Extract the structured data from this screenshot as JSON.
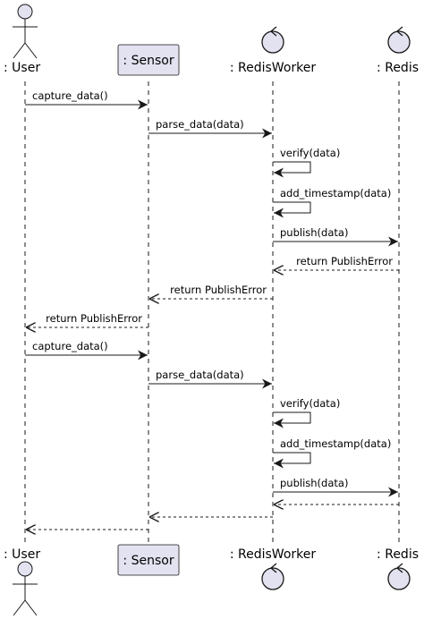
{
  "diagram": {
    "colors": {
      "participant_fill": "#E2E2F0",
      "participant_stroke": "#181818",
      "lifeline": "#181818",
      "arrow": "#181818"
    },
    "participants": [
      {
        "id": "user",
        "label": ": User",
        "kind": "actor",
        "icon": "actor-stick-figure-icon"
      },
      {
        "id": "sensor",
        "label": ": Sensor",
        "kind": "box"
      },
      {
        "id": "worker",
        "label": ": RedisWorker",
        "kind": "control",
        "icon": "control-circle-icon"
      },
      {
        "id": "redis",
        "label": ": Redis",
        "kind": "control",
        "icon": "control-circle-icon"
      }
    ],
    "messages": [
      {
        "from": "user",
        "to": "sensor",
        "label": "capture_data()",
        "type": "sync"
      },
      {
        "from": "sensor",
        "to": "worker",
        "label": "parse_data(data)",
        "type": "sync"
      },
      {
        "from": "worker",
        "to": "worker",
        "label": "verify(data)",
        "type": "self"
      },
      {
        "from": "worker",
        "to": "worker",
        "label": "add_timestamp(data)",
        "type": "self"
      },
      {
        "from": "worker",
        "to": "redis",
        "label": "publish(data)",
        "type": "sync"
      },
      {
        "from": "redis",
        "to": "worker",
        "label": "return PublishError",
        "type": "return"
      },
      {
        "from": "worker",
        "to": "sensor",
        "label": "return PublishError",
        "type": "return"
      },
      {
        "from": "sensor",
        "to": "user",
        "label": "return PublishError",
        "type": "return"
      },
      {
        "from": "user",
        "to": "sensor",
        "label": "capture_data()",
        "type": "sync"
      },
      {
        "from": "sensor",
        "to": "worker",
        "label": "parse_data(data)",
        "type": "sync"
      },
      {
        "from": "worker",
        "to": "worker",
        "label": "verify(data)",
        "type": "self"
      },
      {
        "from": "worker",
        "to": "worker",
        "label": "add_timestamp(data)",
        "type": "self"
      },
      {
        "from": "worker",
        "to": "redis",
        "label": "publish(data)",
        "type": "sync"
      },
      {
        "from": "redis",
        "to": "worker",
        "label": "",
        "type": "return"
      },
      {
        "from": "worker",
        "to": "sensor",
        "label": "",
        "type": "return"
      },
      {
        "from": "sensor",
        "to": "user",
        "label": "",
        "type": "return"
      }
    ]
  }
}
